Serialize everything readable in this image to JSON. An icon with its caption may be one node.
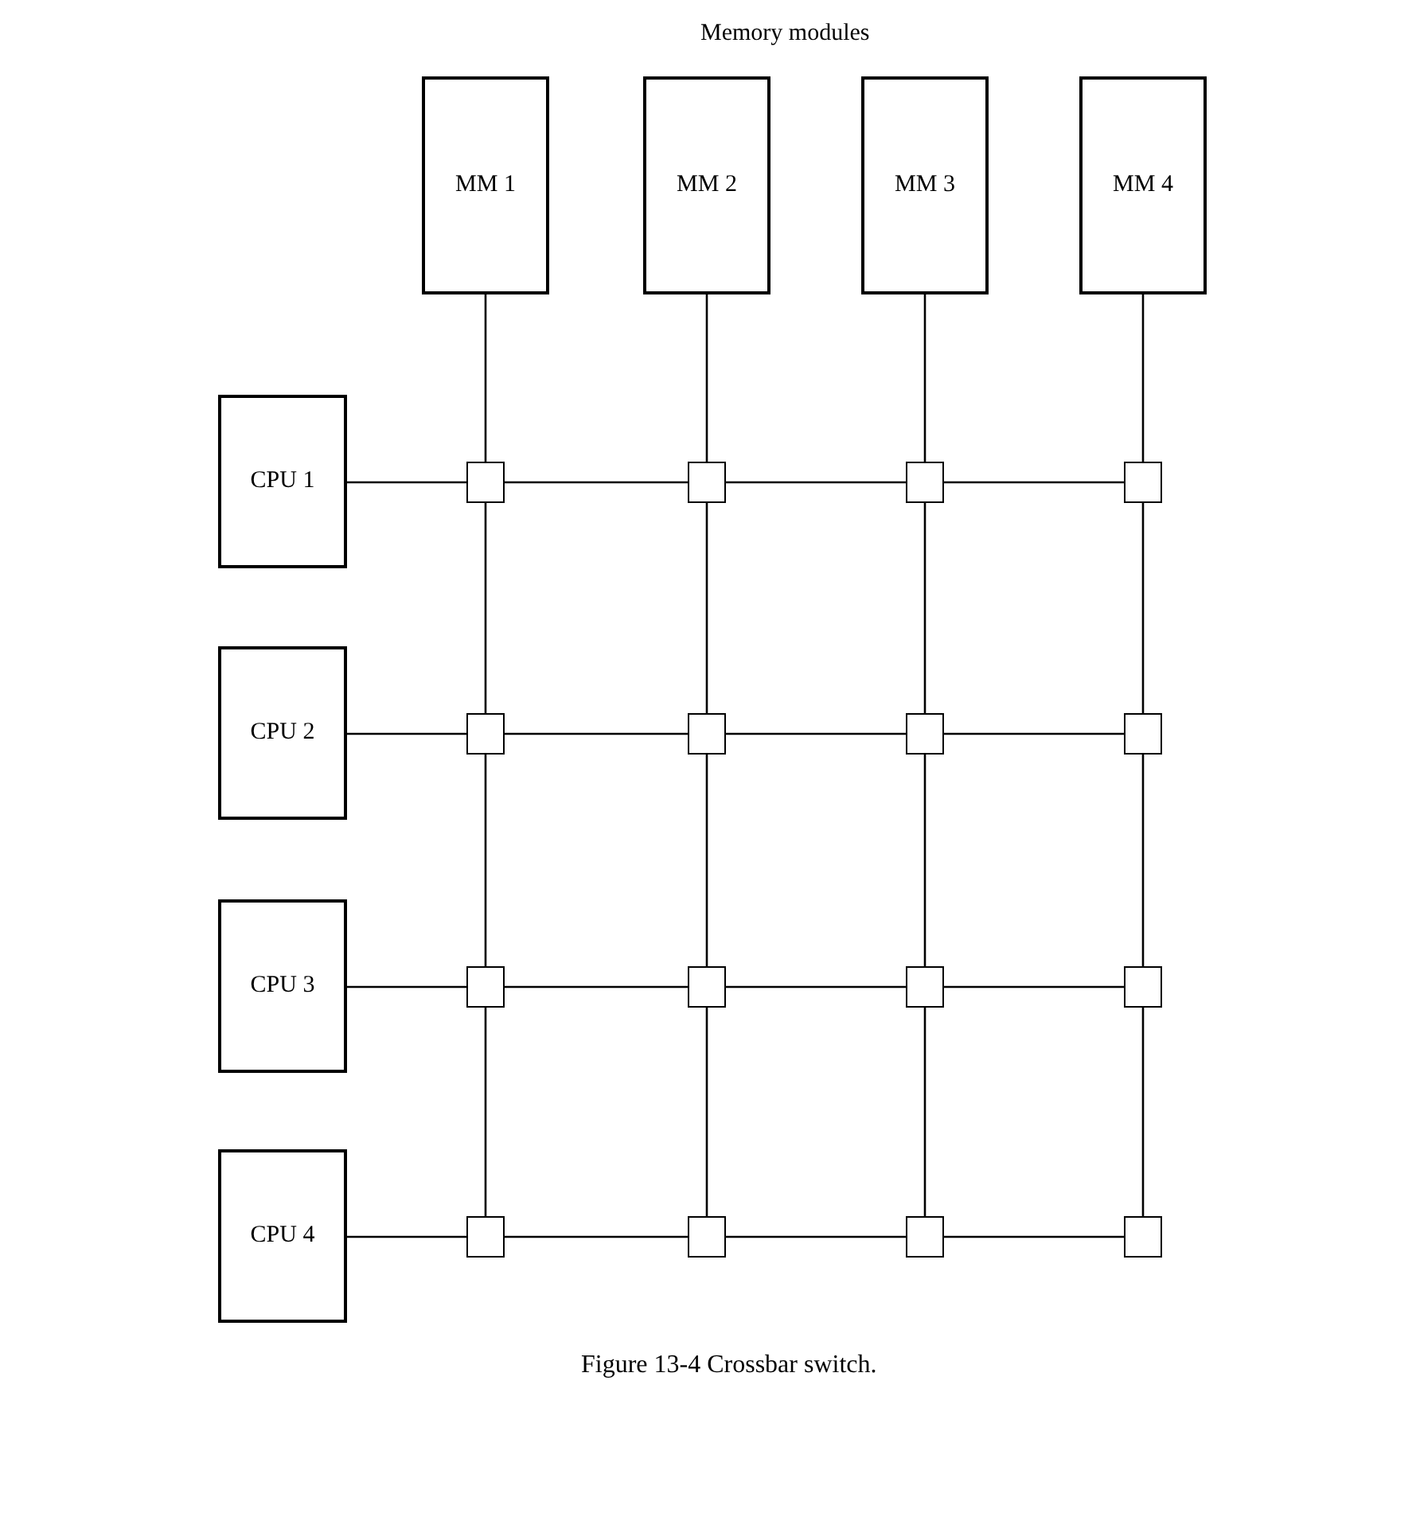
{
  "diagram": {
    "caption": "Figure 13-4 Crossbar switch.",
    "nodes": [
      {
        "text": [
          "MM 1"
        ]
      },
      {
        "text": [
          "MM 2"
        ]
      },
      {
        "text": [
          "MM 3"
        ]
      },
      {
        "text": [
          "MM 4"
        ]
      },
      {
        "text": [
          "CPU 1"
        ]
      },
      {
        "text": [
          "CPU 2"
        ]
      },
      {
        "text": [
          "CPU 3"
        ]
      },
      {
        "text": [
          "CPU 4"
        ]
      },
      {
        "text": [],
        "shape": "box"
      },
      {
        "text": [],
        "shape": "box"
      },
      {
        "text": [],
        "shape": "box"
      },
      {
        "text": [],
        "shape": "box"
      },
      {
        "text": [],
        "shape": "box"
      },
      {
        "text": [],
        "shape": "box"
      },
      {
        "text": [],
        "shape": "box"
      },
      {
        "text": [],
        "shape": "box"
      },
      {
        "text": [],
        "shape": "box"
      },
      {
        "text": [],
        "shape": "box"
      },
      {
        "text": [],
        "shape": "box"
      },
      {
        "text": [],
        "shape": "box"
      },
      {
        "text": [],
        "shape": "box"
      },
      {
        "text": [],
        "shape": "box"
      },
      {
        "text": [],
        "shape": "box"
      },
      {
        "text": [],
        "shape": "box"
      }
    ],
    "edges": [
      {
        "from": 0,
        "to": 8,
        "arrow": "none"
      },
      {
        "from": 1,
        "to": 9,
        "arrow": "none"
      },
      {
        "from": 2,
        "to": 10,
        "arrow": "none"
      },
      {
        "from": 3,
        "to": 11,
        "arrow": "none"
      },
      {
        "from": 4,
        "to": 8,
        "arrow": "none"
      },
      {
        "from": 8,
        "to": 9,
        "arrow": "none"
      },
      {
        "from": 9,
        "to": 10,
        "arrow": "none"
      },
      {
        "from": 10,
        "to": 11,
        "arrow": "none"
      },
      {
        "from": 5,
        "to": 12,
        "arrow": "none"
      },
      {
        "from": 12,
        "to": 13,
        "arrow": "none"
      },
      {
        "from": 13,
        "to": 14,
        "arrow": "none"
      },
      {
        "from": 14,
        "to": 15,
        "arrow": "none"
      },
      {
        "from": 6,
        "to": 16,
        "arrow": "none"
      },
      {
        "from": 16,
        "to": 17,
        "arrow": "none"
      },
      {
        "from": 17,
        "to": 18,
        "arrow": "none"
      },
      {
        "from": 18,
        "to": 19,
        "arrow": "none"
      },
      {
        "from": 7,
        "to": 20,
        "arrow": "none"
      },
      {
        "from": 20,
        "to": 21,
        "arrow": "none"
      },
      {
        "from": 21,
        "to": 22,
        "arrow": "none"
      },
      {
        "from": 22,
        "to": 23,
        "arrow": "none"
      },
      {
        "from": 8,
        "to": 12,
        "arrow": "none"
      },
      {
        "from": 12,
        "to": 16,
        "arrow": "none"
      },
      {
        "from": 16,
        "to": 20,
        "arrow": "none"
      },
      {
        "from": 9,
        "to": 13,
        "arrow": "none"
      },
      {
        "from": 13,
        "to": 17,
        "arrow": "none"
      },
      {
        "from": 17,
        "to": 21,
        "arrow": "none"
      },
      {
        "from": 10,
        "to": 14,
        "arrow": "none"
      },
      {
        "from": 14,
        "to": 18,
        "arrow": "none"
      },
      {
        "from": 18,
        "to": 22,
        "arrow": "none"
      },
      {
        "from": 11,
        "to": 15,
        "arrow": "none"
      },
      {
        "from": 15,
        "to": 19,
        "arrow": "none"
      },
      {
        "from": 19,
        "to": 23,
        "arrow": "none"
      }
    ],
    "labels": [
      "Memory modules"
    ]
  }
}
